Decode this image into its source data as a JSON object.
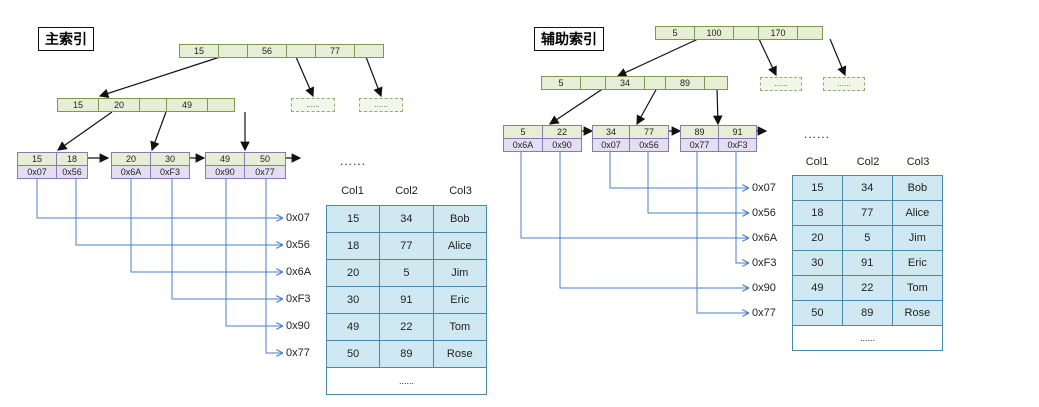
{
  "left": {
    "title": "主索引",
    "root": [
      "15",
      "",
      "56",
      "",
      "77",
      ""
    ],
    "level2": [
      "15",
      "20",
      "",
      "49",
      ""
    ],
    "placeholder": "......",
    "leaves": [
      {
        "keys": [
          "15",
          "18"
        ],
        "ptrs": [
          "0x07",
          "0x56"
        ]
      },
      {
        "keys": [
          "20",
          "30"
        ],
        "ptrs": [
          "0x6A",
          "0xF3"
        ]
      },
      {
        "keys": [
          "49",
          "50"
        ],
        "ptrs": [
          "0x90",
          "0x77"
        ]
      }
    ],
    "more": "......",
    "addresses": [
      "0x07",
      "0x56",
      "0x6A",
      "0xF3",
      "0x90",
      "0x77"
    ],
    "columns": [
      "Col1",
      "Col2",
      "Col3"
    ],
    "rows": [
      [
        "15",
        "34",
        "Bob"
      ],
      [
        "18",
        "77",
        "Alice"
      ],
      [
        "20",
        "5",
        "Jim"
      ],
      [
        "30",
        "91",
        "Eric"
      ],
      [
        "49",
        "22",
        "Tom"
      ],
      [
        "50",
        "89",
        "Rose"
      ]
    ],
    "table_more": "......"
  },
  "right": {
    "title": "辅助索引",
    "root": [
      "5",
      "100",
      "",
      "170",
      ""
    ],
    "level2": [
      "5",
      "",
      "34",
      "",
      "89",
      ""
    ],
    "placeholder": "......",
    "leaves": [
      {
        "keys": [
          "5",
          "22"
        ],
        "ptrs": [
          "0x6A",
          "0x90"
        ]
      },
      {
        "keys": [
          "34",
          "77"
        ],
        "ptrs": [
          "0x07",
          "0x56"
        ]
      },
      {
        "keys": [
          "89",
          "91"
        ],
        "ptrs": [
          "0x77",
          "0xF3"
        ]
      }
    ],
    "more": "......",
    "addresses": [
      "0x07",
      "0x56",
      "0x6A",
      "0xF3",
      "0x90",
      "0x77"
    ],
    "columns": [
      "Col1",
      "Col2",
      "Col3"
    ],
    "rows": [
      [
        "15",
        "34",
        "Bob"
      ],
      [
        "18",
        "77",
        "Alice"
      ],
      [
        "20",
        "5",
        "Jim"
      ],
      [
        "30",
        "91",
        "Eric"
      ],
      [
        "49",
        "22",
        "Tom"
      ],
      [
        "50",
        "89",
        "Rose"
      ]
    ],
    "table_more": "......"
  },
  "colors": {
    "node_fill": "#e6efd6",
    "node_border": "#7a9a50",
    "pointer_fill": "#e4def2",
    "table_fill": "#cfe8f1",
    "table_border": "#4a8aa8",
    "link_line": "#4a7ec8"
  }
}
